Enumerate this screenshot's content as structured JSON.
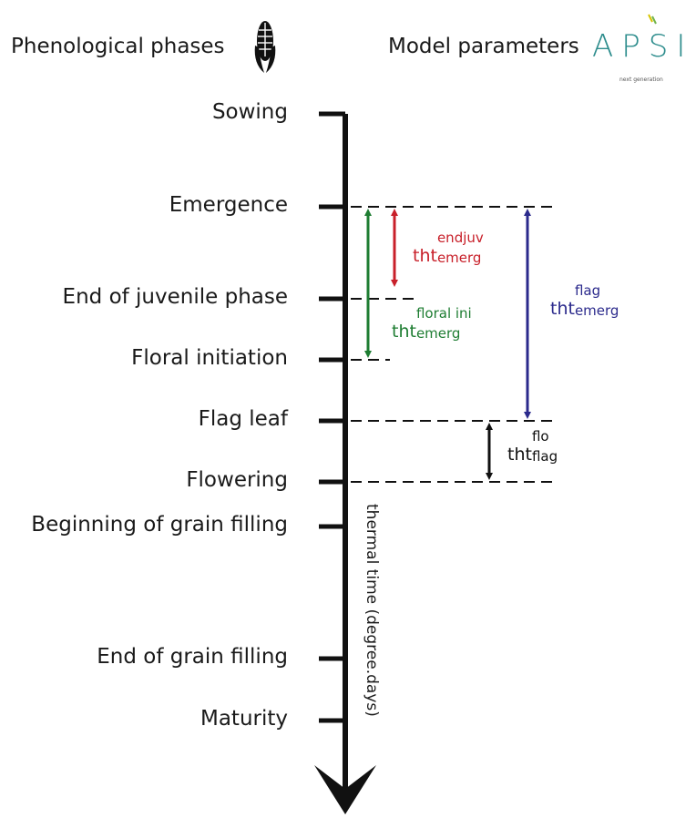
{
  "header": {
    "left_title": "Phenological phases",
    "right_title": "Model parameters",
    "logo_text": "APSIM",
    "logo_tagline": "next generation",
    "left_icon": "maize-cob-icon"
  },
  "axis_title": "thermal time (degree.days)",
  "phases": [
    {
      "id": "sowing",
      "label": "Sowing"
    },
    {
      "id": "emergence",
      "label": "Emergence"
    },
    {
      "id": "end-juvenile",
      "label": "End of juvenile phase"
    },
    {
      "id": "floral-initiation",
      "label": "Floral initiation"
    },
    {
      "id": "flag-leaf",
      "label": "Flag leaf"
    },
    {
      "id": "flowering",
      "label": "Flowering"
    },
    {
      "id": "grain-filling-start",
      "label": "Beginning of grain filling"
    },
    {
      "id": "grain-filling-end",
      "label": "End of grain filling"
    },
    {
      "id": "maturity",
      "label": "Maturity"
    }
  ],
  "parameters": [
    {
      "id": "endjuv",
      "base": "tht",
      "sup": "endjuv",
      "sub": "emerg",
      "color": "#c8202a"
    },
    {
      "id": "floral",
      "base": "tht",
      "sup": "floral ini",
      "sub": "emerg",
      "color": "#1e7d32"
    },
    {
      "id": "flag",
      "base": "tht",
      "sup": "flag",
      "sub": "emerg",
      "color": "#2b2a8c"
    },
    {
      "id": "flo",
      "base": "tht",
      "sup": "flo",
      "sub": "flag",
      "color": "#111111"
    }
  ]
}
